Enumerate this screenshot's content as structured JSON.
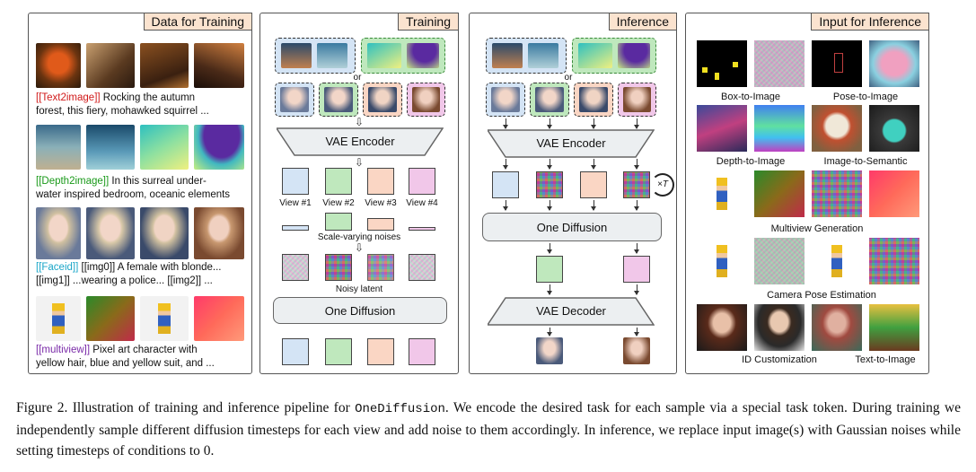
{
  "panels": {
    "data": {
      "header": "Data for Training"
    },
    "training": {
      "header": "Training"
    },
    "inference": {
      "header": "Inference"
    },
    "input": {
      "header": "Input for Inference"
    }
  },
  "data_captions": {
    "t2i_tag": "[[Text2image]]",
    "t2i_rest": " Rocking the autumn",
    "t2i_line2": "forest, this fiery, mohawked squirrel ...",
    "d2i_tag": "[[Depth2image]]",
    "d2i_rest": " In this surreal under-",
    "d2i_line2": "water inspired bedroom, oceanic elements",
    "face_tag": "[[Faceid]]",
    "face_rest": " [[img0]] A female with blonde...",
    "face_line2": "[[img1]] ...wearing a police... [[img2]] ...",
    "mv_tag": "[[multiview]]",
    "mv_rest": " Pixel art character with",
    "mv_line2": "yellow hair, blue and yellow suit, and ..."
  },
  "training": {
    "or_label": "or",
    "vae_encoder": "VAE Encoder",
    "views": [
      "View #1",
      "View #2",
      "View #3",
      "View #4"
    ],
    "scale_noise": "Scale-varying noises",
    "noisy_latent": "Noisy latent",
    "one_diffusion": "One Diffusion"
  },
  "inference": {
    "or_label": "or",
    "vae_encoder": "VAE Encoder",
    "one_diffusion": "One Diffusion",
    "vae_decoder": "VAE Decoder",
    "loop_label": "×T"
  },
  "input_labels": {
    "box": "Box-to-Image",
    "pose": "Pose-to-Image",
    "depth": "Depth-to-Image",
    "semantic": "Image-to-Semantic",
    "multiview": "Multiview Generation",
    "camera": "Camera Pose Estimation",
    "id": "ID Customization",
    "t2i": "Text-to-Image"
  },
  "colors": {
    "blue": "#d4e4f5",
    "green": "#bfe8bd",
    "peach": "#fad6c4",
    "pink": "#f1c7e9",
    "header_bg": "#fbe3cf",
    "tag_red": "#d11a1a",
    "tag_green": "#1a9a1a",
    "tag_cyan": "#1aa6c8",
    "tag_purple": "#7a2aa8"
  },
  "caption": {
    "prefix": "Figure 2. Illustration of training and inference pipeline for ",
    "model": "OneDiffusion",
    "suffix": ". We encode the desired task for each sample via a special task token. During training we independently sample different diffusion timesteps for each view and add noise to them accordingly. In inference, we replace input image(s) with Gaussian noises while setting timesteps of conditions to 0."
  }
}
